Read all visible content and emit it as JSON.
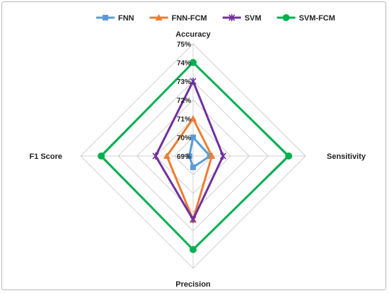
{
  "chart_data": {
    "type": "radar",
    "title": "",
    "axes": [
      "Accuracy",
      "Sensitivity",
      "Precision",
      "F1 Score"
    ],
    "tick_labels": [
      "69%",
      "70%",
      "71%",
      "72%",
      "73%",
      "74%",
      "75%"
    ],
    "range": [
      69,
      75
    ],
    "grid": true,
    "legend_position": "top",
    "series": [
      {
        "name": "FNN",
        "color": "#5B9BD5",
        "marker": "square",
        "values": [
          70.0,
          69.9,
          69.6,
          69.2
        ]
      },
      {
        "name": "FNN-FCM",
        "color": "#ED7D31",
        "marker": "triangle",
        "values": [
          71.0,
          70.0,
          72.4,
          70.4
        ]
      },
      {
        "name": "SVM",
        "color": "#7030A0",
        "marker": "x",
        "values": [
          73.0,
          70.6,
          72.4,
          71.0
        ]
      },
      {
        "name": "SVM-FCM",
        "color": "#00B050",
        "marker": "circle",
        "values": [
          74.0,
          74.1,
          74.0,
          73.9
        ]
      }
    ]
  }
}
